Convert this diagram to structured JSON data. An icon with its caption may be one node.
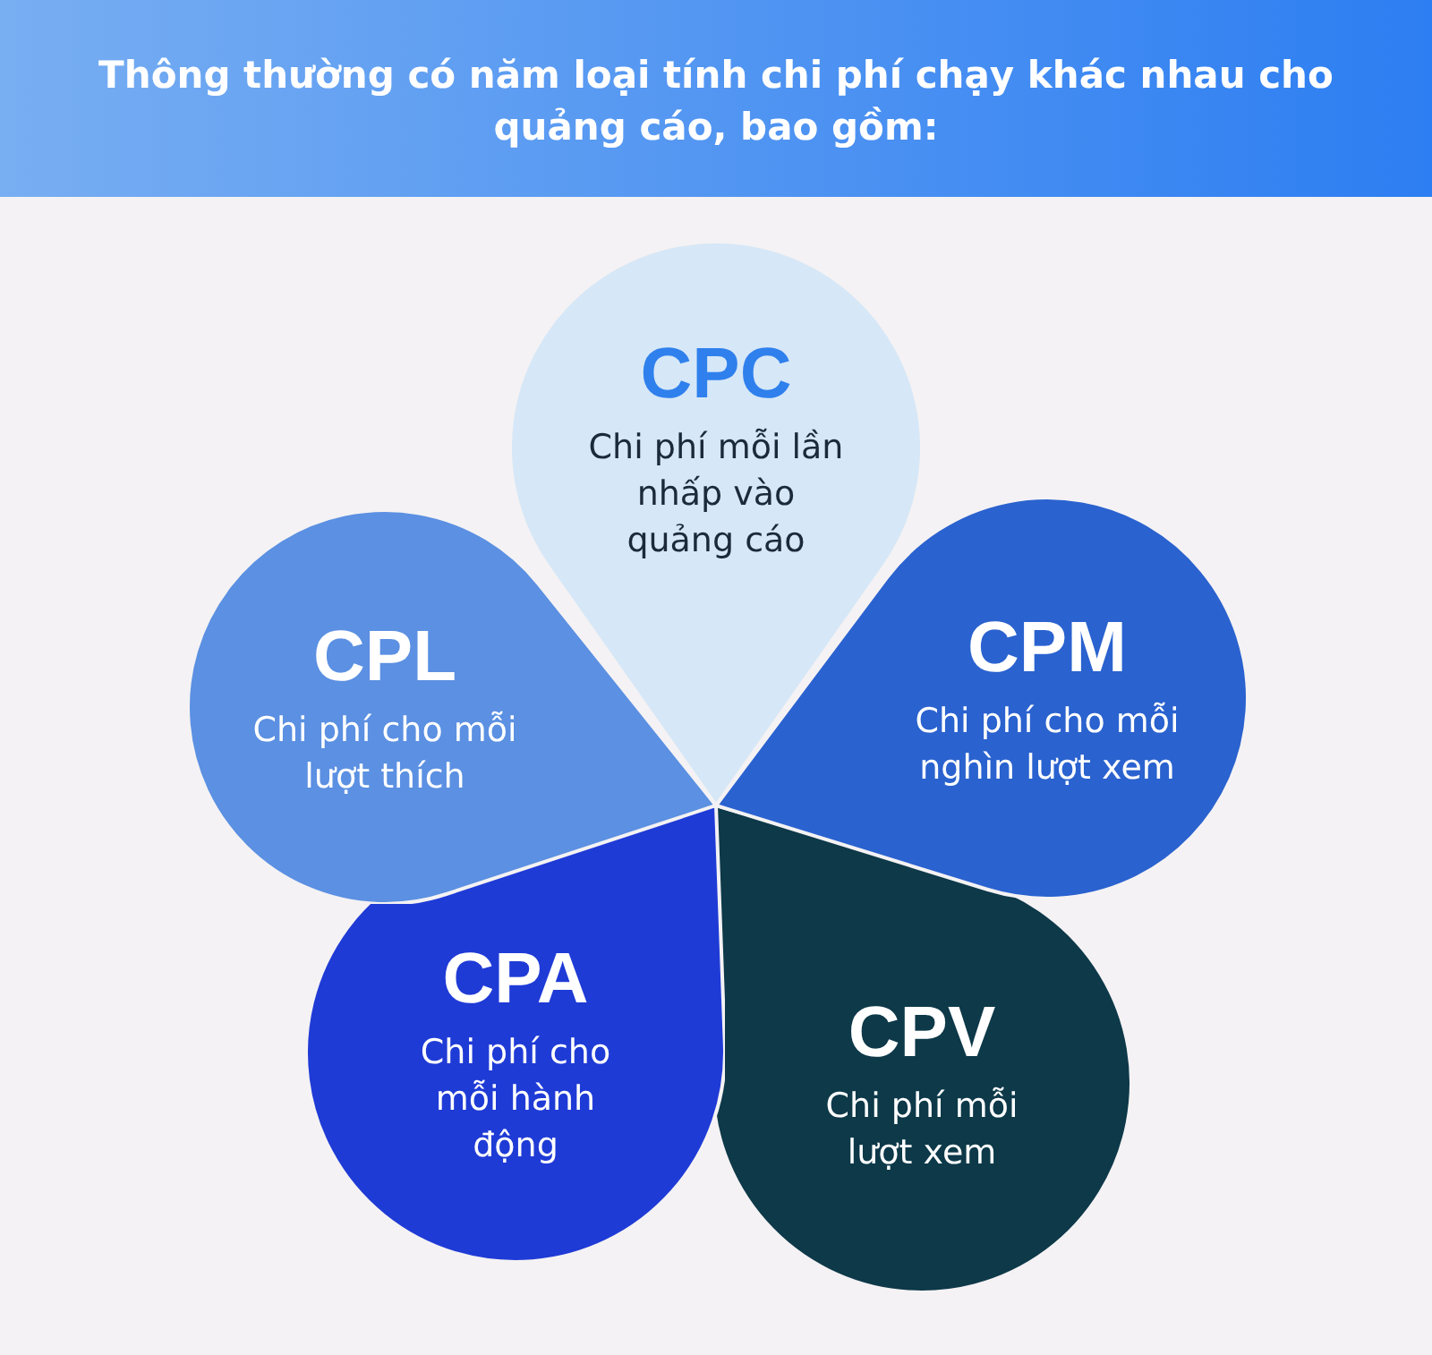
{
  "diagram": {
    "title": "Thông thường có năm loại tính chi phí chạy khác nhau cho quảng cáo, bao gồm:",
    "nodes": [
      {
        "text": [
          "CPC",
          "Chi phí mỗi lần nhấp vào quảng cáo"
        ]
      },
      {
        "text": [
          "CPL",
          "Chi phí cho mỗi lượt thích"
        ]
      },
      {
        "text": [
          "CPM",
          "Chi phí cho mỗi nghìn lượt xem"
        ]
      },
      {
        "text": [
          "CPA",
          "Chi phí cho mỗi hành động"
        ]
      },
      {
        "text": [
          "CPV",
          "Chi phí mỗi lượt xem"
        ]
      }
    ]
  }
}
